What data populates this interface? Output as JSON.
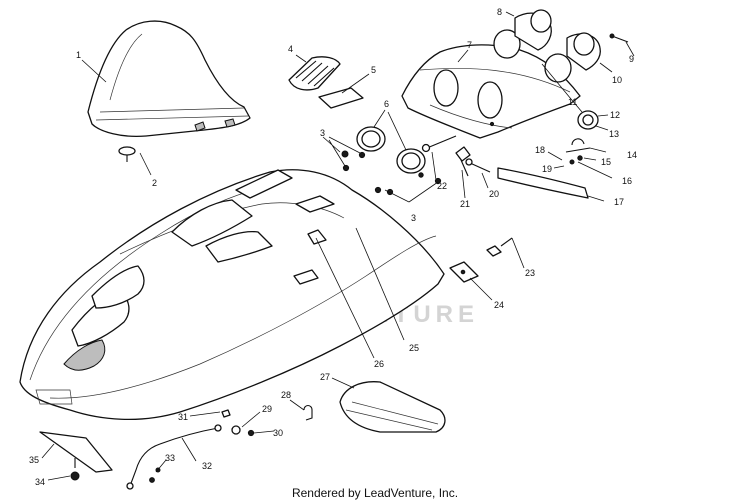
{
  "diagram": {
    "watermark": "LEADVENTURE",
    "footer": "Rendered by LeadVenture, Inc.",
    "callouts": [
      {
        "n": "1"
      },
      {
        "n": "2"
      },
      {
        "n": "3"
      },
      {
        "n": "4"
      },
      {
        "n": "5"
      },
      {
        "n": "6"
      },
      {
        "n": "7"
      },
      {
        "n": "8"
      },
      {
        "n": "9"
      },
      {
        "n": "10"
      },
      {
        "n": "11"
      },
      {
        "n": "12"
      },
      {
        "n": "13"
      },
      {
        "n": "14"
      },
      {
        "n": "15"
      },
      {
        "n": "16"
      },
      {
        "n": "17"
      },
      {
        "n": "18"
      },
      {
        "n": "19"
      },
      {
        "n": "20"
      },
      {
        "n": "21"
      },
      {
        "n": "22"
      },
      {
        "n": "3"
      },
      {
        "n": "23"
      },
      {
        "n": "24"
      },
      {
        "n": "25"
      },
      {
        "n": "26"
      },
      {
        "n": "27"
      },
      {
        "n": "28"
      },
      {
        "n": "29"
      },
      {
        "n": "30"
      },
      {
        "n": "31"
      },
      {
        "n": "32"
      },
      {
        "n": "33"
      },
      {
        "n": "34"
      },
      {
        "n": "35"
      }
    ]
  }
}
